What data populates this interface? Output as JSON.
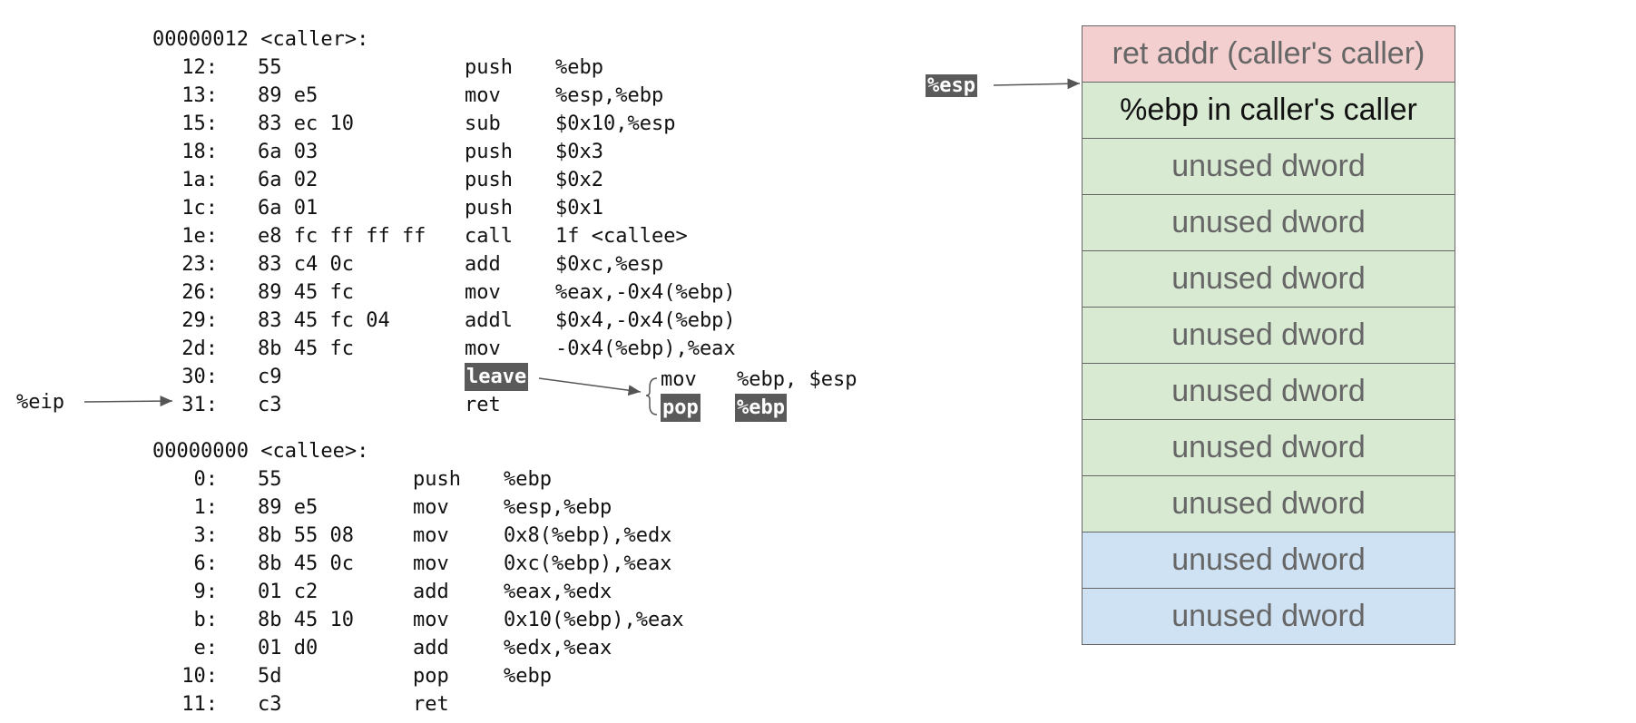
{
  "caller": {
    "header": "00000012 <caller>:",
    "rows": [
      {
        "addr": "12:",
        "bytes": "55",
        "op": "push",
        "args": "%ebp"
      },
      {
        "addr": "13:",
        "bytes": "89 e5",
        "op": "mov",
        "args": "%esp,%ebp"
      },
      {
        "addr": "15:",
        "bytes": "83 ec 10",
        "op": "sub",
        "args": "$0x10,%esp"
      },
      {
        "addr": "18:",
        "bytes": "6a 03",
        "op": "push",
        "args": "$0x3"
      },
      {
        "addr": "1a:",
        "bytes": "6a 02",
        "op": "push",
        "args": "$0x2"
      },
      {
        "addr": "1c:",
        "bytes": "6a 01",
        "op": "push",
        "args": "$0x1"
      },
      {
        "addr": "1e:",
        "bytes": "e8 fc ff ff ff",
        "op": "call",
        "args": "1f <callee>"
      },
      {
        "addr": "23:",
        "bytes": "83 c4 0c",
        "op": "add",
        "args": "$0xc,%esp"
      },
      {
        "addr": "26:",
        "bytes": "89 45 fc",
        "op": "mov",
        "args": "%eax,-0x4(%ebp)"
      },
      {
        "addr": "29:",
        "bytes": "83 45 fc 04",
        "op": "addl",
        "args": "$0x4,-0x4(%ebp)"
      },
      {
        "addr": "2d:",
        "bytes": "8b 45 fc",
        "op": "mov",
        "args": "-0x4(%ebp),%eax"
      },
      {
        "addr": "30:",
        "bytes": "c9",
        "op": "leave",
        "args": "",
        "highlight": true
      },
      {
        "addr": "31:",
        "bytes": "c3",
        "op": "ret",
        "args": ""
      }
    ]
  },
  "callee": {
    "header": "00000000 <callee>:",
    "rows": [
      {
        "addr": "0:",
        "bytes": "55",
        "op": "push",
        "args": "%ebp"
      },
      {
        "addr": "1:",
        "bytes": "89 e5",
        "op": "mov",
        "args": "%esp,%ebp"
      },
      {
        "addr": "3:",
        "bytes": "8b 55 08",
        "op": "mov",
        "args": "0x8(%ebp),%edx"
      },
      {
        "addr": "6:",
        "bytes": "8b 45 0c",
        "op": "mov",
        "args": "0xc(%ebp),%eax"
      },
      {
        "addr": "9:",
        "bytes": "01 c2",
        "op": "add",
        "args": "%eax,%edx"
      },
      {
        "addr": "b:",
        "bytes": "8b 45 10",
        "op": "mov",
        "args": "0x10(%ebp),%eax"
      },
      {
        "addr": "e:",
        "bytes": "01 d0",
        "op": "add",
        "args": "%edx,%eax"
      },
      {
        "addr": "10:",
        "bytes": "5d",
        "op": "pop",
        "args": "%ebp"
      },
      {
        "addr": "11:",
        "bytes": "c3",
        "op": "ret",
        "args": ""
      }
    ]
  },
  "leave_expansion": [
    {
      "op": "mov",
      "args": "%ebp, $esp",
      "highlight": false
    },
    {
      "op": "pop",
      "args": "%ebp",
      "highlight": true
    }
  ],
  "registers": {
    "eip": {
      "label": "%eip",
      "points_to": "31:"
    },
    "esp": {
      "label": "%esp",
      "points_to_cell": 0
    }
  },
  "stack": [
    {
      "label": "ret addr (caller's caller)",
      "color": "#f3cfcf",
      "active": false
    },
    {
      "label": "%ebp in caller's caller",
      "color": "#d9ead3",
      "active": true
    },
    {
      "label": "unused dword",
      "color": "#d9ead3",
      "active": false
    },
    {
      "label": "unused dword",
      "color": "#d9ead3",
      "active": false
    },
    {
      "label": "unused dword",
      "color": "#d9ead3",
      "active": false
    },
    {
      "label": "unused dword",
      "color": "#d9ead3",
      "active": false
    },
    {
      "label": "unused dword",
      "color": "#d9ead3",
      "active": false
    },
    {
      "label": "unused dword",
      "color": "#d9ead3",
      "active": false
    },
    {
      "label": "unused dword",
      "color": "#d9ead3",
      "active": false
    },
    {
      "label": "unused dword",
      "color": "#cfe2f3",
      "active": false
    },
    {
      "label": "unused dword",
      "color": "#cfe2f3",
      "active": false
    }
  ]
}
